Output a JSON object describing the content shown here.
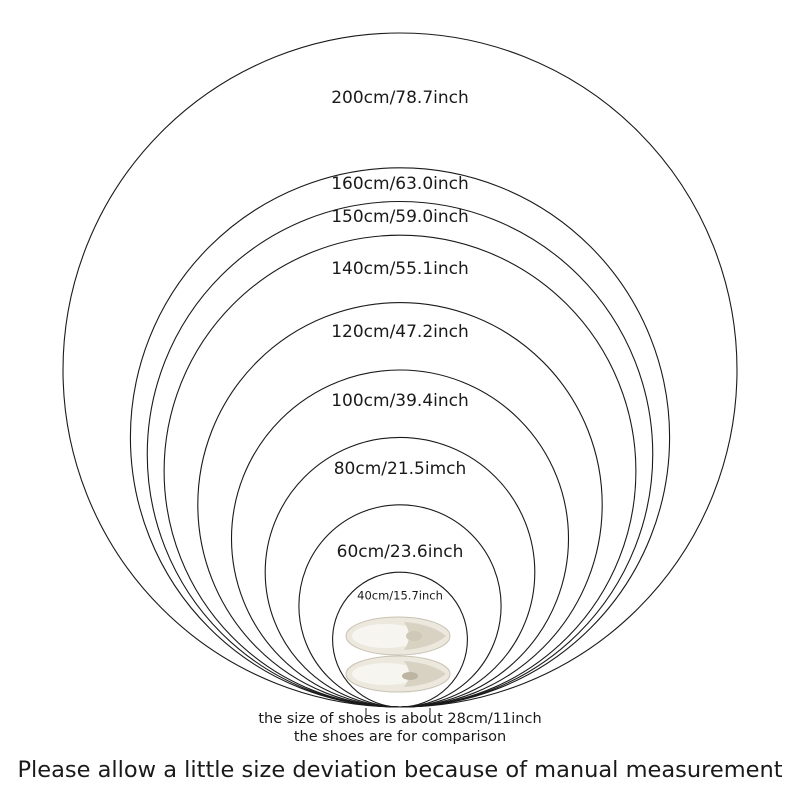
{
  "rings": [
    {
      "diameter_cm": 200,
      "label": "200cm/78.7inch"
    },
    {
      "diameter_cm": 160,
      "label": "160cm/63.0inch"
    },
    {
      "diameter_cm": 150,
      "label": "150cm/59.0inch"
    },
    {
      "diameter_cm": 140,
      "label": "140cm/55.1inch"
    },
    {
      "diameter_cm": 120,
      "label": "120cm/47.2inch"
    },
    {
      "diameter_cm": 100,
      "label": "100cm/39.4inch"
    },
    {
      "diameter_cm": 80,
      "label": "80cm/21.5imch"
    },
    {
      "diameter_cm": 60,
      "label": "60cm/23.6inch"
    },
    {
      "diameter_cm": 40,
      "label": "40cm/15.7inch"
    }
  ],
  "shoe": {
    "icon": "slippers-icon",
    "length_cm": 28
  },
  "captions": {
    "shoe_size": "the size of shoes is about 28cm/11inch",
    "comparison": "the shoes are for comparison",
    "deviation_note": "Please allow a little size deviation because of manual measurement"
  },
  "colors": {
    "line": "#1a1a1a",
    "background": "#ffffff",
    "slipper": "#ece8de"
  }
}
